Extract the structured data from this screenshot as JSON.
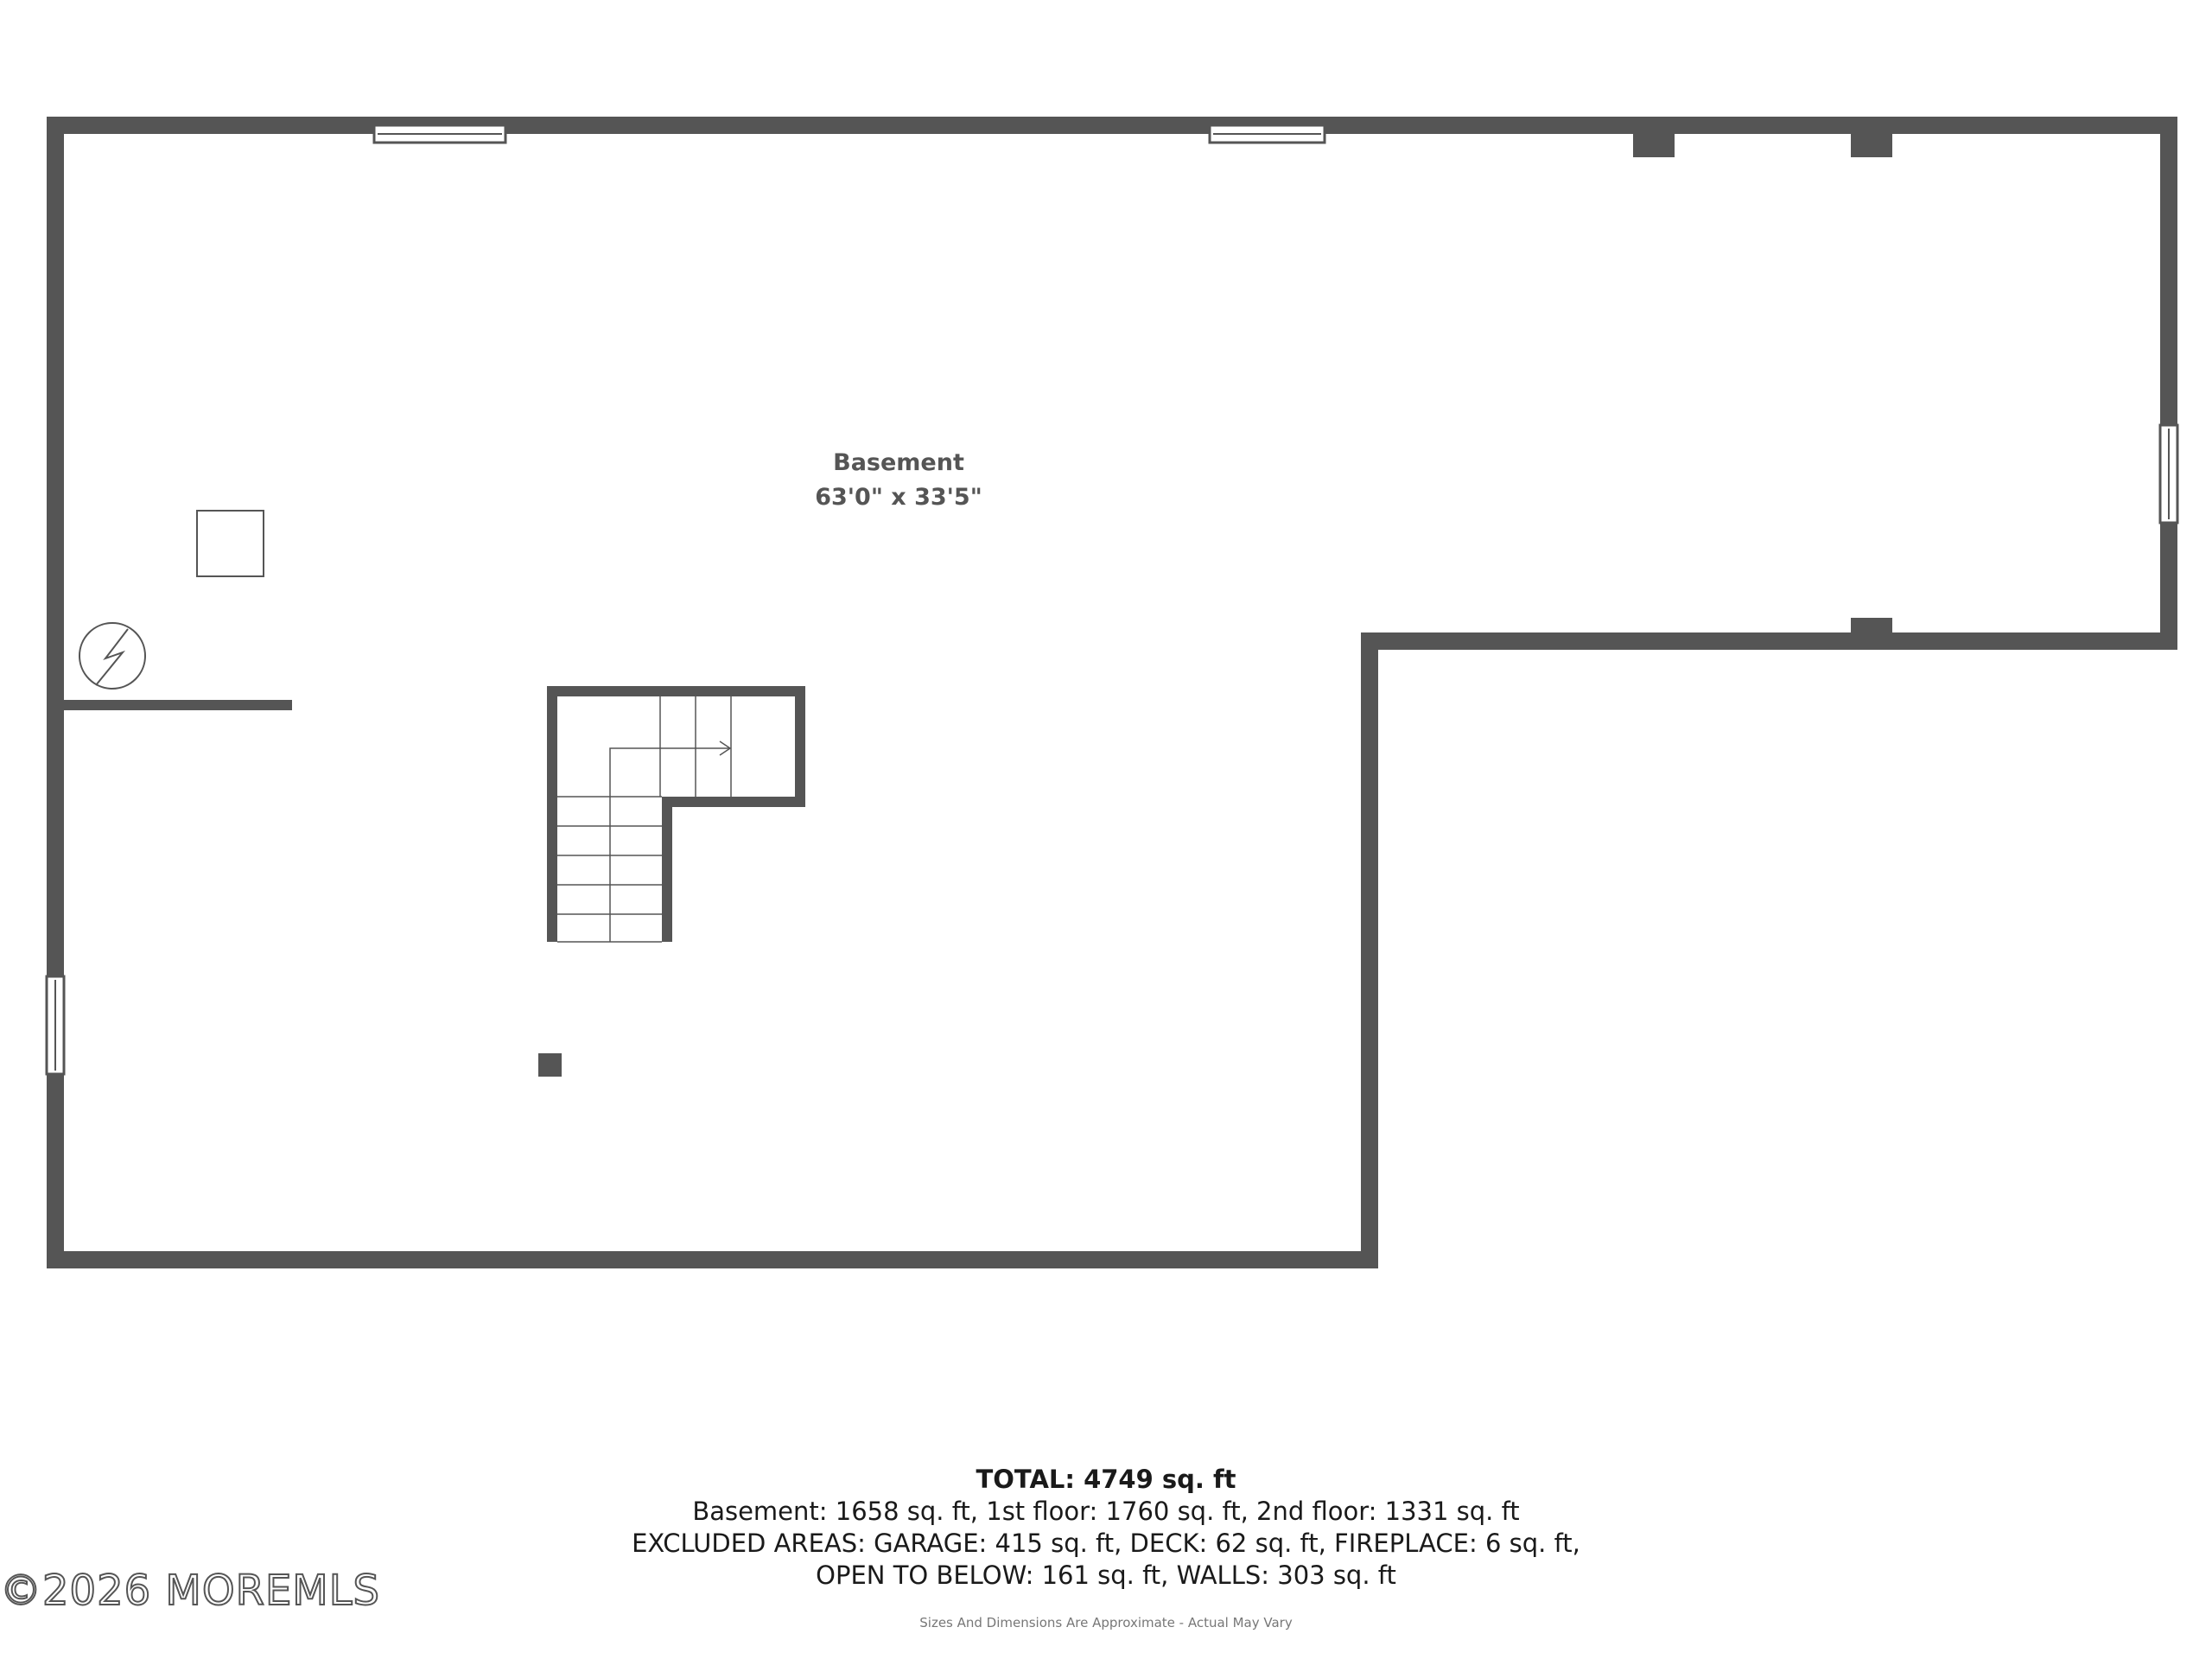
{
  "room": {
    "name": "Basement",
    "dimensions": "63'0\" x 33'5\""
  },
  "summary": {
    "total": "TOTAL: 4749 sq. ft",
    "line1": "Basement: 1658 sq. ft, 1st floor: 1760 sq. ft, 2nd floor: 1331 sq. ft",
    "line2": "EXCLUDED AREAS: GARAGE: 415 sq. ft, DECK: 62 sq. ft, FIREPLACE: 6 sq. ft,",
    "line3": "OPEN TO BELOW: 161 sq. ft, WALLS: 303 sq. ft"
  },
  "disclaimer": "Sizes And Dimensions Are Approximate - Actual May Vary",
  "watermark": "©2026 MOREMLS",
  "colors": {
    "wall": "#555555",
    "text": "#1a1a1a",
    "background": "#ffffff"
  },
  "icons": [
    "electric-panel-icon",
    "stairs-arrow-icon"
  ]
}
